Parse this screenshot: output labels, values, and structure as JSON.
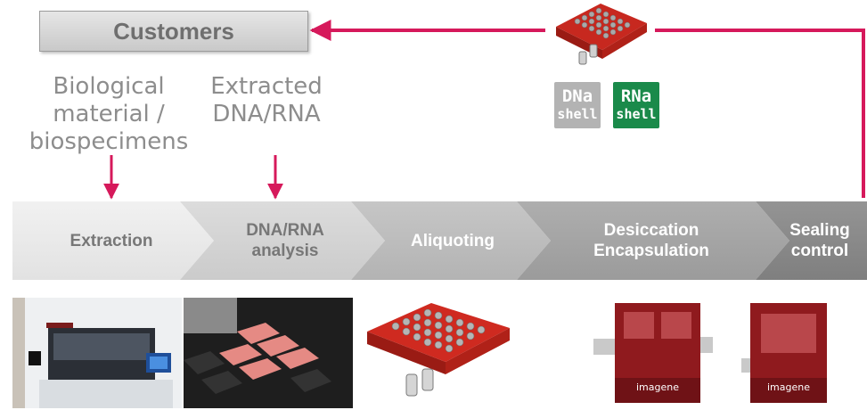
{
  "top": {
    "customers_label": "Customers"
  },
  "inputs": [
    {
      "label": "Biological material / biospecimens"
    },
    {
      "label": "Extracted DNA/RNA"
    }
  ],
  "steps": [
    {
      "label": "Extraction"
    },
    {
      "label": "DNA/RNA analysis"
    },
    {
      "label": "Aliquoting"
    },
    {
      "label": "Desiccation Encapsulation"
    },
    {
      "label": "Sealing control"
    }
  ],
  "badges": [
    {
      "line1": "DNa",
      "line2": "shell",
      "color": "#b3b3b3"
    },
    {
      "line1": "RNa",
      "line2": "shell",
      "color": "#1a8a4a"
    }
  ],
  "machines": [
    {
      "brand": "imagene"
    },
    {
      "brand": "imagene"
    }
  ],
  "colors": {
    "accent": "#d6195b"
  }
}
